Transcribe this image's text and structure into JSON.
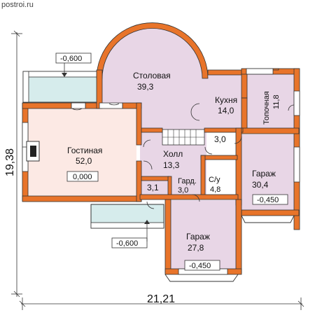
{
  "watermark": "postroi.ru",
  "dimensions": {
    "width": "21,21",
    "height": "19,38"
  },
  "levels": {
    "top_left": "-0,600",
    "bottom_left": "-0,600"
  },
  "rooms": {
    "living": {
      "name": "Гостиная",
      "area": "52,0",
      "level": "0,000"
    },
    "dining": {
      "name": "Столовая",
      "area": "39,3"
    },
    "kitchen": {
      "name": "Кухня",
      "area": "14,0"
    },
    "boiler": {
      "name": "Топочная",
      "area": "11,8"
    },
    "hall": {
      "name": "Холл",
      "area": "13,3"
    },
    "small_a": {
      "area": "3,1"
    },
    "wardrobe": {
      "name": "Гард.",
      "area": "3,0"
    },
    "wc": {
      "name": "С/у",
      "area": "4,8"
    },
    "landing": {
      "area": "3,0"
    },
    "garage1": {
      "name": "Гараж",
      "area": "30,4",
      "level": "-0,450"
    },
    "garage2": {
      "name": "Гараж",
      "area": "27,8",
      "level": "-0,450"
    }
  },
  "colors": {
    "wall": "#E8742A",
    "living_floor": "#FCE9E4",
    "room_floor": "#E8D6E6",
    "terrace": "#D6ECEC"
  }
}
